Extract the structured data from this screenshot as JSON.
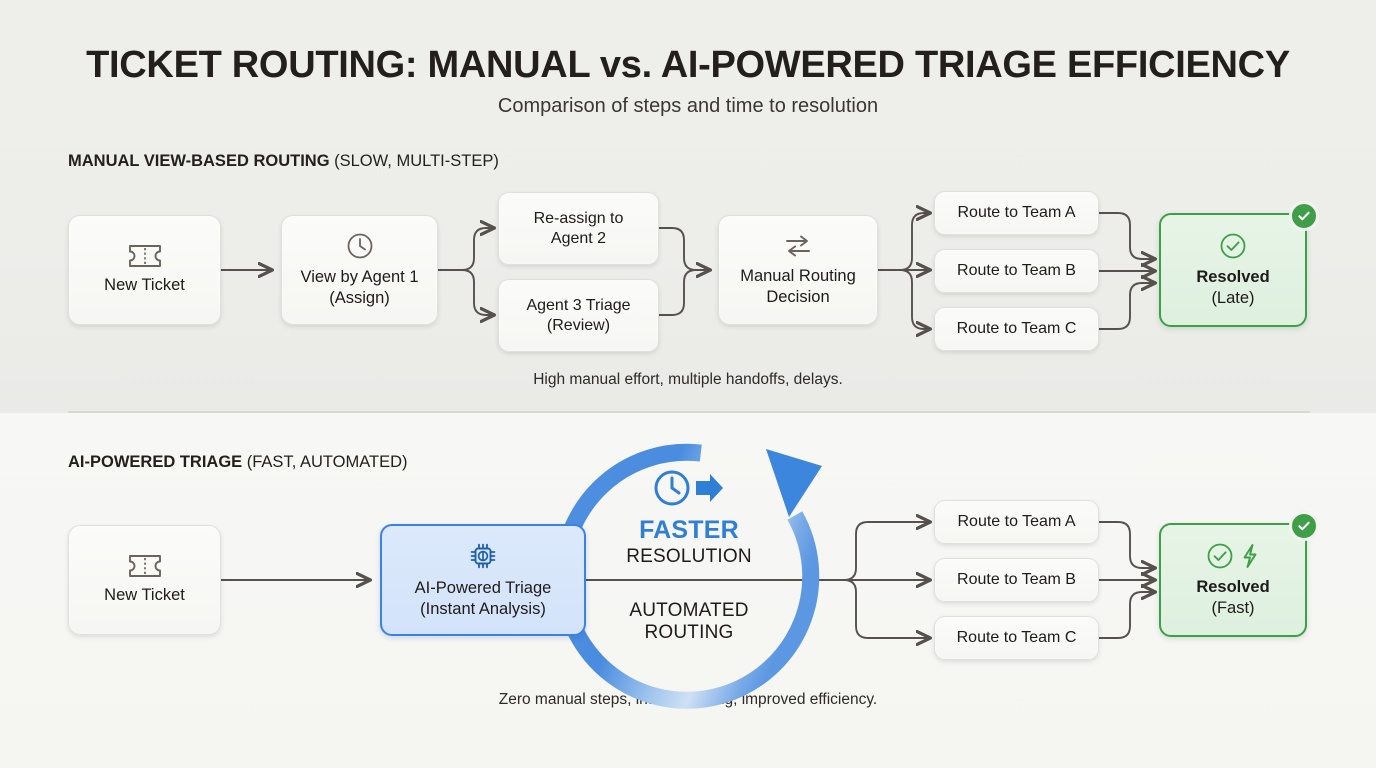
{
  "header": {
    "title": "TICKET ROUTING: MANUAL vs. AI-POWERED TRIAGE EFFICIENCY",
    "subtitle": "Comparison of steps and time to resolution"
  },
  "sections": {
    "manual": {
      "heading_bold": "MANUAL VIEW-BASED ROUTING",
      "heading_regular": "(SLOW, MULTI-STEP)",
      "caption": "High manual effort, multiple handoffs, delays.",
      "nodes": {
        "new_ticket": {
          "label": "New Ticket",
          "icon": "ticket-icon"
        },
        "view_agent1": {
          "label": "View by Agent 1",
          "sub": "(Assign)",
          "icon": "clock-icon"
        },
        "reassign": {
          "label": "Re-assign to",
          "sub": "Agent 2"
        },
        "triage": {
          "label": "Agent 3 Triage",
          "sub": "(Review)"
        },
        "routing_decision": {
          "label": "Manual Routing",
          "sub": "Decision",
          "icon": "swap-arrows-icon"
        },
        "team_a": {
          "label": "Route to Team A"
        },
        "team_b": {
          "label": "Route to Team B"
        },
        "team_c": {
          "label": "Route to Team C"
        },
        "resolved": {
          "label": "Resolved",
          "sub": "(Late)",
          "icon": "check-circle-icon",
          "badge": "check-badge"
        }
      }
    },
    "ai": {
      "heading_bold": "AI-POWERED TRIAGE",
      "heading_regular": "(FAST, AUTOMATED)",
      "caption": "Zero manual steps, instant routing, improved efficiency.",
      "nodes": {
        "new_ticket": {
          "label": "New Ticket",
          "icon": "ticket-icon"
        },
        "ai_triage": {
          "label": "AI-Powered Triage",
          "sub": "(Instant Analysis)",
          "icon": "cpu-chip-icon"
        },
        "team_a": {
          "label": "Route to Team A"
        },
        "team_b": {
          "label": "Route to Team B"
        },
        "team_c": {
          "label": "Route to Team C"
        },
        "resolved": {
          "label": "Resolved",
          "sub": "(Fast)",
          "icon": "check-circle-icon",
          "icon2": "lightning-bolt-icon",
          "badge": "check-badge"
        }
      },
      "circle": {
        "icon": "clock-forward-icon",
        "line1": "FASTER",
        "line2": "RESOLUTION",
        "line3": "AUTOMATED",
        "line4": "ROUTING"
      }
    }
  },
  "colors": {
    "background_top": "#eeeeeb",
    "background_bottom": "#f6f6f3",
    "text": "#231f1c",
    "accent_blue": "#3b82e6",
    "accent_blue_text": "#2f7fd6",
    "accent_green": "#3f9e48",
    "node_border": "#e0e0db",
    "connector": "#56514c"
  }
}
